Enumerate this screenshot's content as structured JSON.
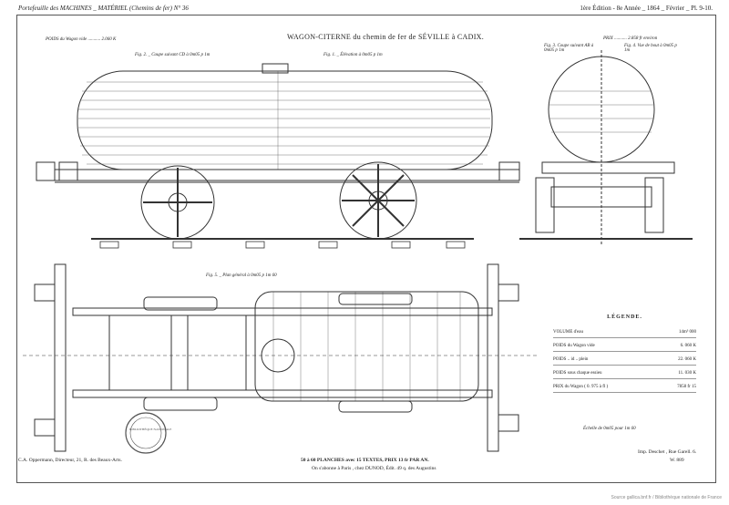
{
  "header": {
    "left": "Portefeuille des MACHINES _ MATÉRIEL (Chemins de fer) N° 36",
    "right": "1ère Édition - 8e Année _ 1864 _ Février _ Pl. 9-10."
  },
  "title": "WAGON-CITERNE du chemin de fer de SÉVILLE à CADIX.",
  "poids_vide": "POIDS du Wagon vide ........... 2.060 K",
  "prix": "PRIX ........... 2.858 fr environ",
  "figures": {
    "fig2": "Fig. 2. _ Coupe suivant CD à 0m05 p 1m",
    "fig1": "Fig. 1. _ Élévation à 0m05 p 1m",
    "fig3": "Fig. 3. Coupe suivant AB à 0m05 p 1m",
    "fig4": "Fig. 4. Vue de bout à 0m05 p 1m",
    "fig5": "Fig. 5. _ Plan général à 0m05 p 1m 60"
  },
  "legend": {
    "title": "LÉGENDE.",
    "rows": [
      {
        "label": "VOLUME d'eau",
        "value": "14m³ 000"
      },
      {
        "label": "POIDS du Wagon vide",
        "value": "6. 060 K"
      },
      {
        "label": "POIDS .. id .. plein",
        "value": "22. 060 K"
      },
      {
        "label": "POIDS sous chaque essieu",
        "value": "11. 030 K"
      },
      {
        "label": "PRIX du Wagon  ( 0. 975 à fl )",
        "value": "7858 fr 15"
      }
    ]
  },
  "scale_note": "Échelle de 0m05 pour 1m 60",
  "footer": {
    "left": "C.A. Oppermann, Directeur, 21, R. des Beaux-Arts.",
    "center_1": "50 à 60 PLANCHES avec 15 TEXTES, PRIX 13 fr PAR AN.",
    "center_2": "On s'abonne à Paris , chez DUNOD, Édit. 49 q. des Augustins",
    "right_1": "Imp. Deschet , Rue Garell. 6.",
    "right_2": "W. 889"
  },
  "stamp_text": "BIBLIOTHÈQUE NATIONALE",
  "credit": "Source gallica.bnf.fr / Bibliothèque nationale de France",
  "colors": {
    "ink": "#222222",
    "paper": "#ffffff",
    "stamp": "#555555"
  }
}
